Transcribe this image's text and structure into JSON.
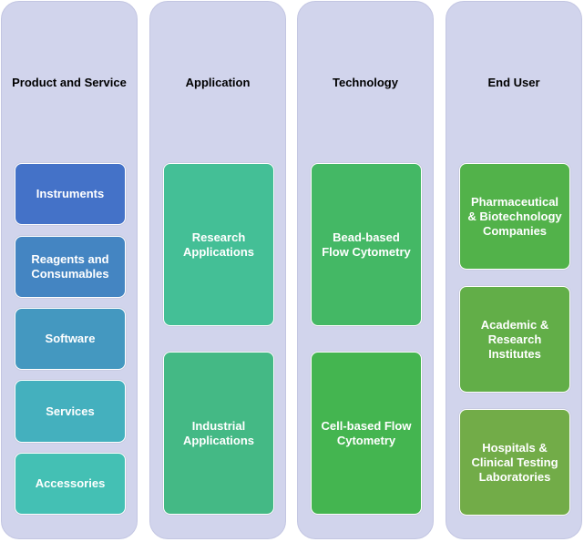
{
  "columns": [
    {
      "title": "Product and Service",
      "items": [
        {
          "label": "Instruments",
          "color": "#4472c8"
        },
        {
          "label": "Reagents and\nConsumables",
          "color": "#4485c2"
        },
        {
          "label": "Software",
          "color": "#4498c0"
        },
        {
          "label": "Services",
          "color": "#44b0be"
        },
        {
          "label": "Accessories",
          "color": "#44c0b4"
        }
      ]
    },
    {
      "title": "Application",
      "items": [
        {
          "label": "Research\nApplications",
          "color": "#44bf96"
        },
        {
          "label": "Industrial\nApplications",
          "color": "#44b985"
        }
      ]
    },
    {
      "title": "Technology",
      "items": [
        {
          "label": "Bead-based\nFlow Cytometry",
          "color": "#44b865"
        },
        {
          "label": "Cell-based Flow\nCytometry",
          "color": "#44b550"
        }
      ]
    },
    {
      "title": "End User",
      "items": [
        {
          "label": "Pharmaceutical\n& Biotechnology\nCompanies",
          "color": "#52b24a"
        },
        {
          "label": "Academic &\nResearch\nInstitutes",
          "color": "#62ae48"
        },
        {
          "label": "Hospitals &\nClinical Testing\nLaboratories",
          "color": "#72ac48"
        }
      ]
    }
  ]
}
